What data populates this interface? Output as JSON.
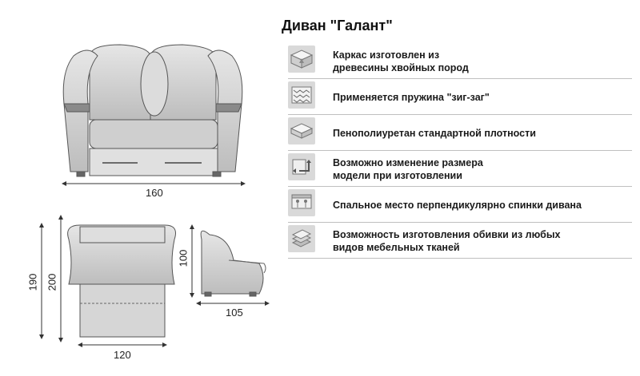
{
  "product": {
    "title": "Диван \"Галант\""
  },
  "dimensions": {
    "front_width": "160",
    "unfolded_length_inner": "190",
    "unfolded_length_outer": "200",
    "top_width": "120",
    "side_height": "100",
    "side_depth": "105"
  },
  "features": [
    {
      "icon": "wood-frame-icon",
      "line1": "Каркас изготовлен из",
      "line2": "древесины хвойных пород"
    },
    {
      "icon": "zigzag-spring-icon",
      "line1": "Применяется пружина \"зиг-заг\"",
      "line2": ""
    },
    {
      "icon": "foam-layer-icon",
      "line1": "Пенополиуретан  стандартной плотности",
      "line2": ""
    },
    {
      "icon": "resize-icon",
      "line1": "Возможно изменение размера",
      "line2": "модели при изготовлении"
    },
    {
      "icon": "sleeping-place-icon",
      "line1": "Спальное место перпендикулярно спинки дивана",
      "line2": ""
    },
    {
      "icon": "fabric-samples-icon",
      "line1": "Возможность изготовления обивки  из любых",
      "line2": "видов мебельных тканей"
    }
  ]
}
